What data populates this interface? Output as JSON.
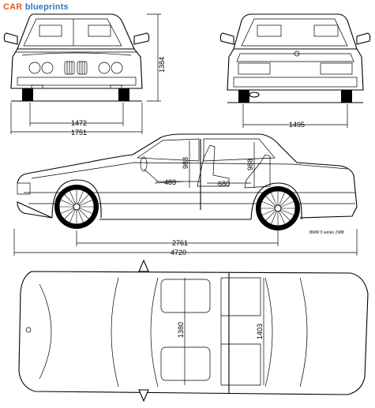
{
  "brand": {
    "part1": "CAR",
    "part2": "blueprints"
  },
  "dimensions": {
    "front_track": "1472",
    "overall_width": "1751",
    "height": "1384",
    "rear_track": "1495",
    "front_headroom": "988",
    "rear_headroom": "988",
    "front_seat_depth": "483",
    "rear_legroom": "680",
    "wheelbase": "2761",
    "overall_length": "4720",
    "front_shoulder_width": "1380",
    "rear_shoulder_width": "1403"
  },
  "signature": "BMW 5 series 1988"
}
